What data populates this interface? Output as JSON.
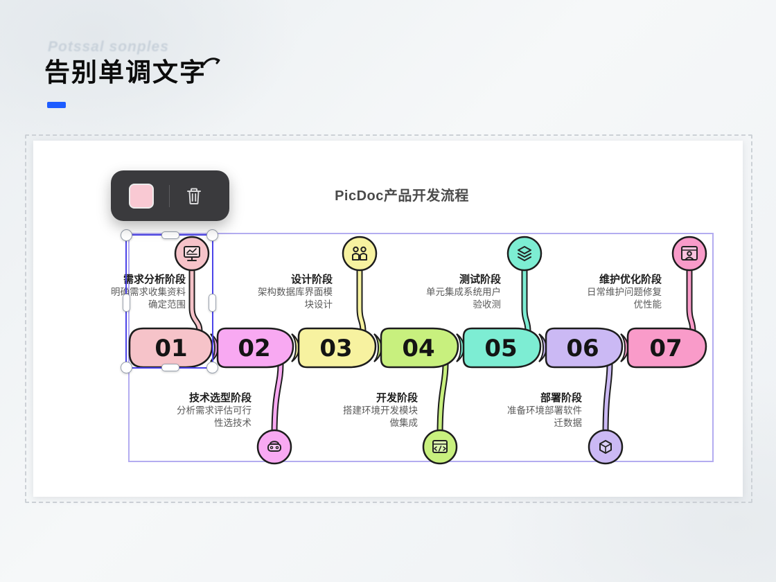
{
  "page": {
    "watermark": "Potssal sonples",
    "heading": "告别单调文字",
    "accent_color": "#1d5cff"
  },
  "toolbar": {
    "swatch_color": "#f9c9d3",
    "trash_icon": "trash-icon"
  },
  "canvas": {
    "title": "PicDoc产品开发流程"
  },
  "diagram": {
    "border_color": "#b3acf0",
    "selection_color": "#4b43e9",
    "stages": [
      {
        "num": "01",
        "title": "需求分析阶段",
        "line1": "明确需求收集资料",
        "line2": "确定范围",
        "color": "#f6c3c9",
        "icon": "monitor-chart-icon",
        "label_position": "top"
      },
      {
        "num": "02",
        "title": "技术选型阶段",
        "line1": "分析需求评估可行",
        "line2": "性选技术",
        "color": "#f8a9f2",
        "icon": "headset-icon",
        "label_position": "bottom"
      },
      {
        "num": "03",
        "title": "设计阶段",
        "line1": "架构数据库界面模",
        "line2": "块设计",
        "color": "#f7f2a0",
        "icon": "designers-icon",
        "label_position": "top"
      },
      {
        "num": "04",
        "title": "开发阶段",
        "line1": "搭建环境开发模块",
        "line2": "做集成",
        "color": "#c8f07e",
        "icon": "code-window-icon",
        "label_position": "bottom"
      },
      {
        "num": "05",
        "title": "测试阶段",
        "line1": "单元集成系统用户",
        "line2": "验收测",
        "color": "#7dedd3",
        "icon": "layers-icon",
        "label_position": "top"
      },
      {
        "num": "06",
        "title": "部署阶段",
        "line1": "准备环境部署软件",
        "line2": "迁数据",
        "color": "#cbb9f4",
        "icon": "package-icon",
        "label_position": "bottom"
      },
      {
        "num": "07",
        "title": "维护优化阶段",
        "line1": "日常维护问题修复",
        "line2": "优性能",
        "color": "#f99bc9",
        "icon": "browser-user-icon",
        "label_position": "top"
      }
    ]
  }
}
